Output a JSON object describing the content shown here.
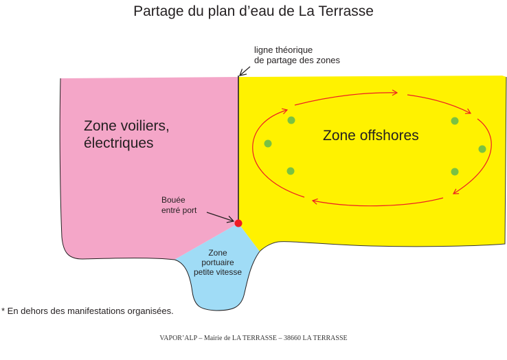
{
  "title": "Partage du plan d’eau de La Terrasse",
  "annotations": {
    "dividing_line": [
      "ligne théorique",
      "de partage des zones"
    ],
    "buoy": [
      "Bouée",
      "entré port"
    ]
  },
  "zones": {
    "sailboats": {
      "label_line1": "Zone voiliers,",
      "label_line2": "électriques",
      "color": "#f4a6c8"
    },
    "offshore": {
      "label": "Zone offshores",
      "color": "#fff200"
    },
    "harbor": {
      "label_line1": "Zone",
      "label_line2": "portuaire",
      "label_line3": "petite vitesse",
      "color": "#a0dcf6"
    }
  },
  "markers": {
    "buoy_color": "#ed1c24",
    "course_buoy_color": "#7ac143",
    "course_arrow_color": "#ed1c24",
    "course_buoys_count": 6
  },
  "footnote": "* En dehors des manifestations organisées.",
  "footer": "VAPOR’ALP – Mairie de LA TERRASSE – 38660 LA TERRASSE"
}
